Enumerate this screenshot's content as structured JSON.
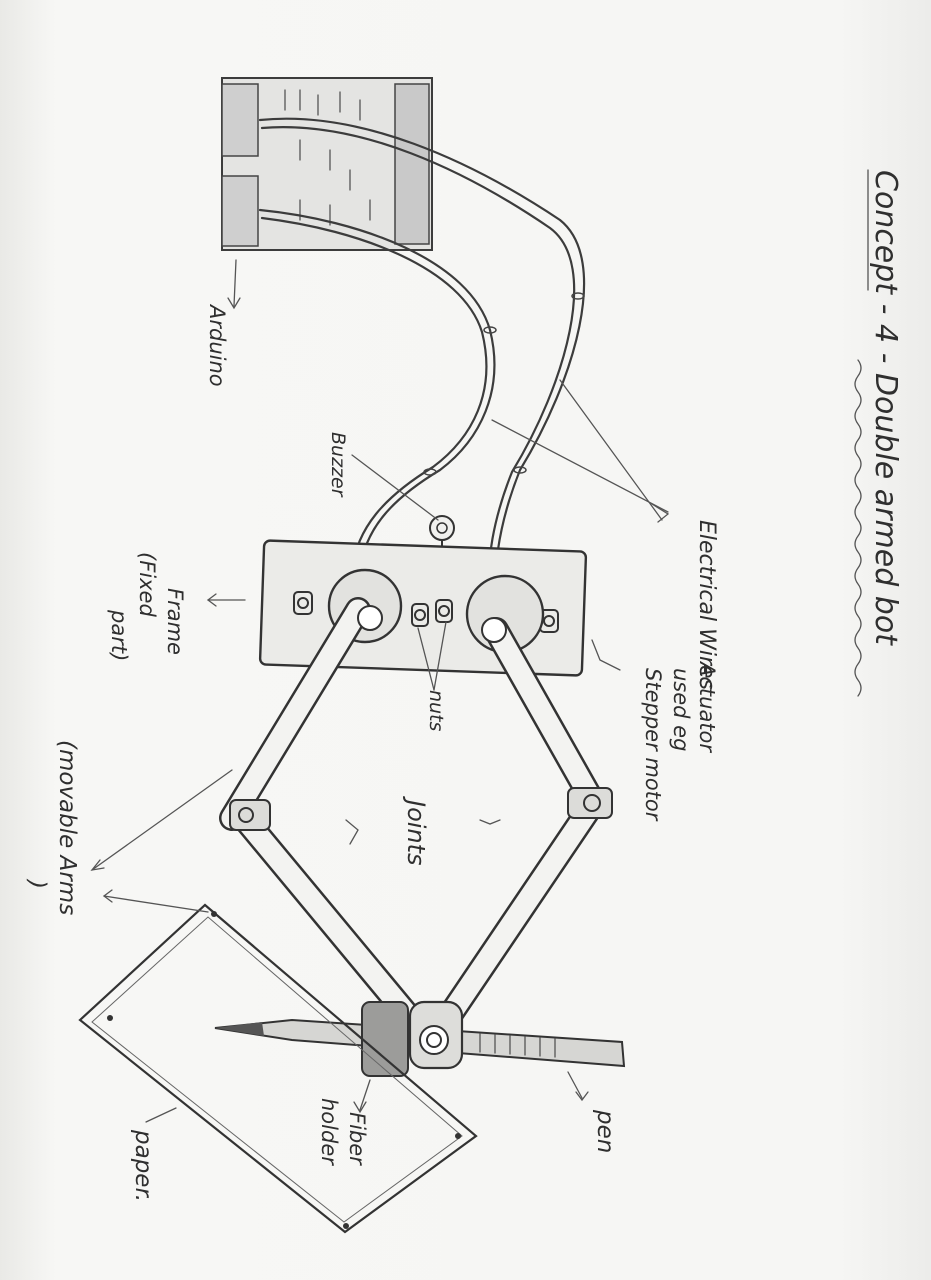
{
  "title": "Concept - 4 - Double armed bot",
  "labels": {
    "electrical_wires": "Electrical Wires",
    "actuator_line1": "Actuator",
    "actuator_line2": "used eg",
    "actuator_line3": "Stepper motor",
    "arduino": "Arduino",
    "buzzer": "Buzzer",
    "frame_line1": "Frame",
    "frame_line2": "(Fixed",
    "frame_line3": "part)",
    "nuts": "nuts",
    "joints": "Joints",
    "movable_arms_line1": "(movable Arms",
    "movable_arms_line2": ")",
    "pen": "pen",
    "fiber_holder_line1": "Fiber",
    "fiber_holder_line2": "holder",
    "paper": "paper."
  },
  "colors": {
    "ink": "#3c3c3c",
    "paper": "#f6f6f4"
  }
}
